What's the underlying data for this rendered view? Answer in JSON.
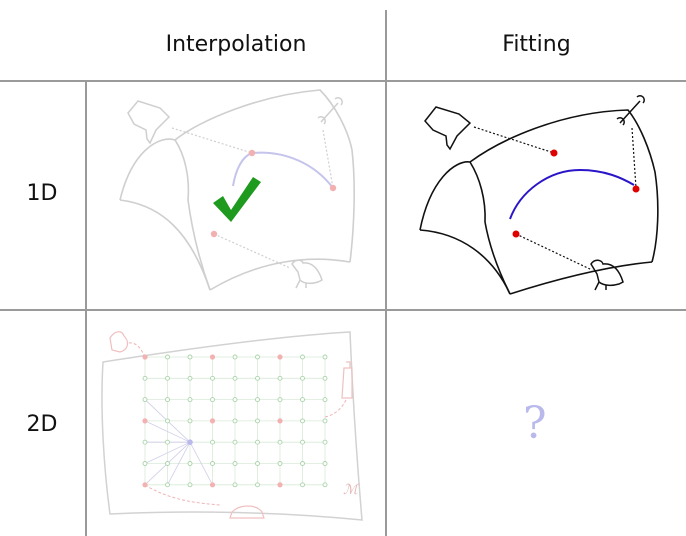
{
  "columns": {
    "interpolation": "Interpolation",
    "fitting": "Fitting"
  },
  "rows": {
    "one_d": "1D",
    "two_d": "2D"
  },
  "cells": {
    "open_question": "?",
    "manifold_label": "ℳ"
  },
  "colors": {
    "grid": "#9a9a9a",
    "faded": "#cfcfcf",
    "curve": "#2a16c8",
    "point": "#e00000",
    "check": "#1e9a1e",
    "grid_node": "#9ccf9c"
  }
}
